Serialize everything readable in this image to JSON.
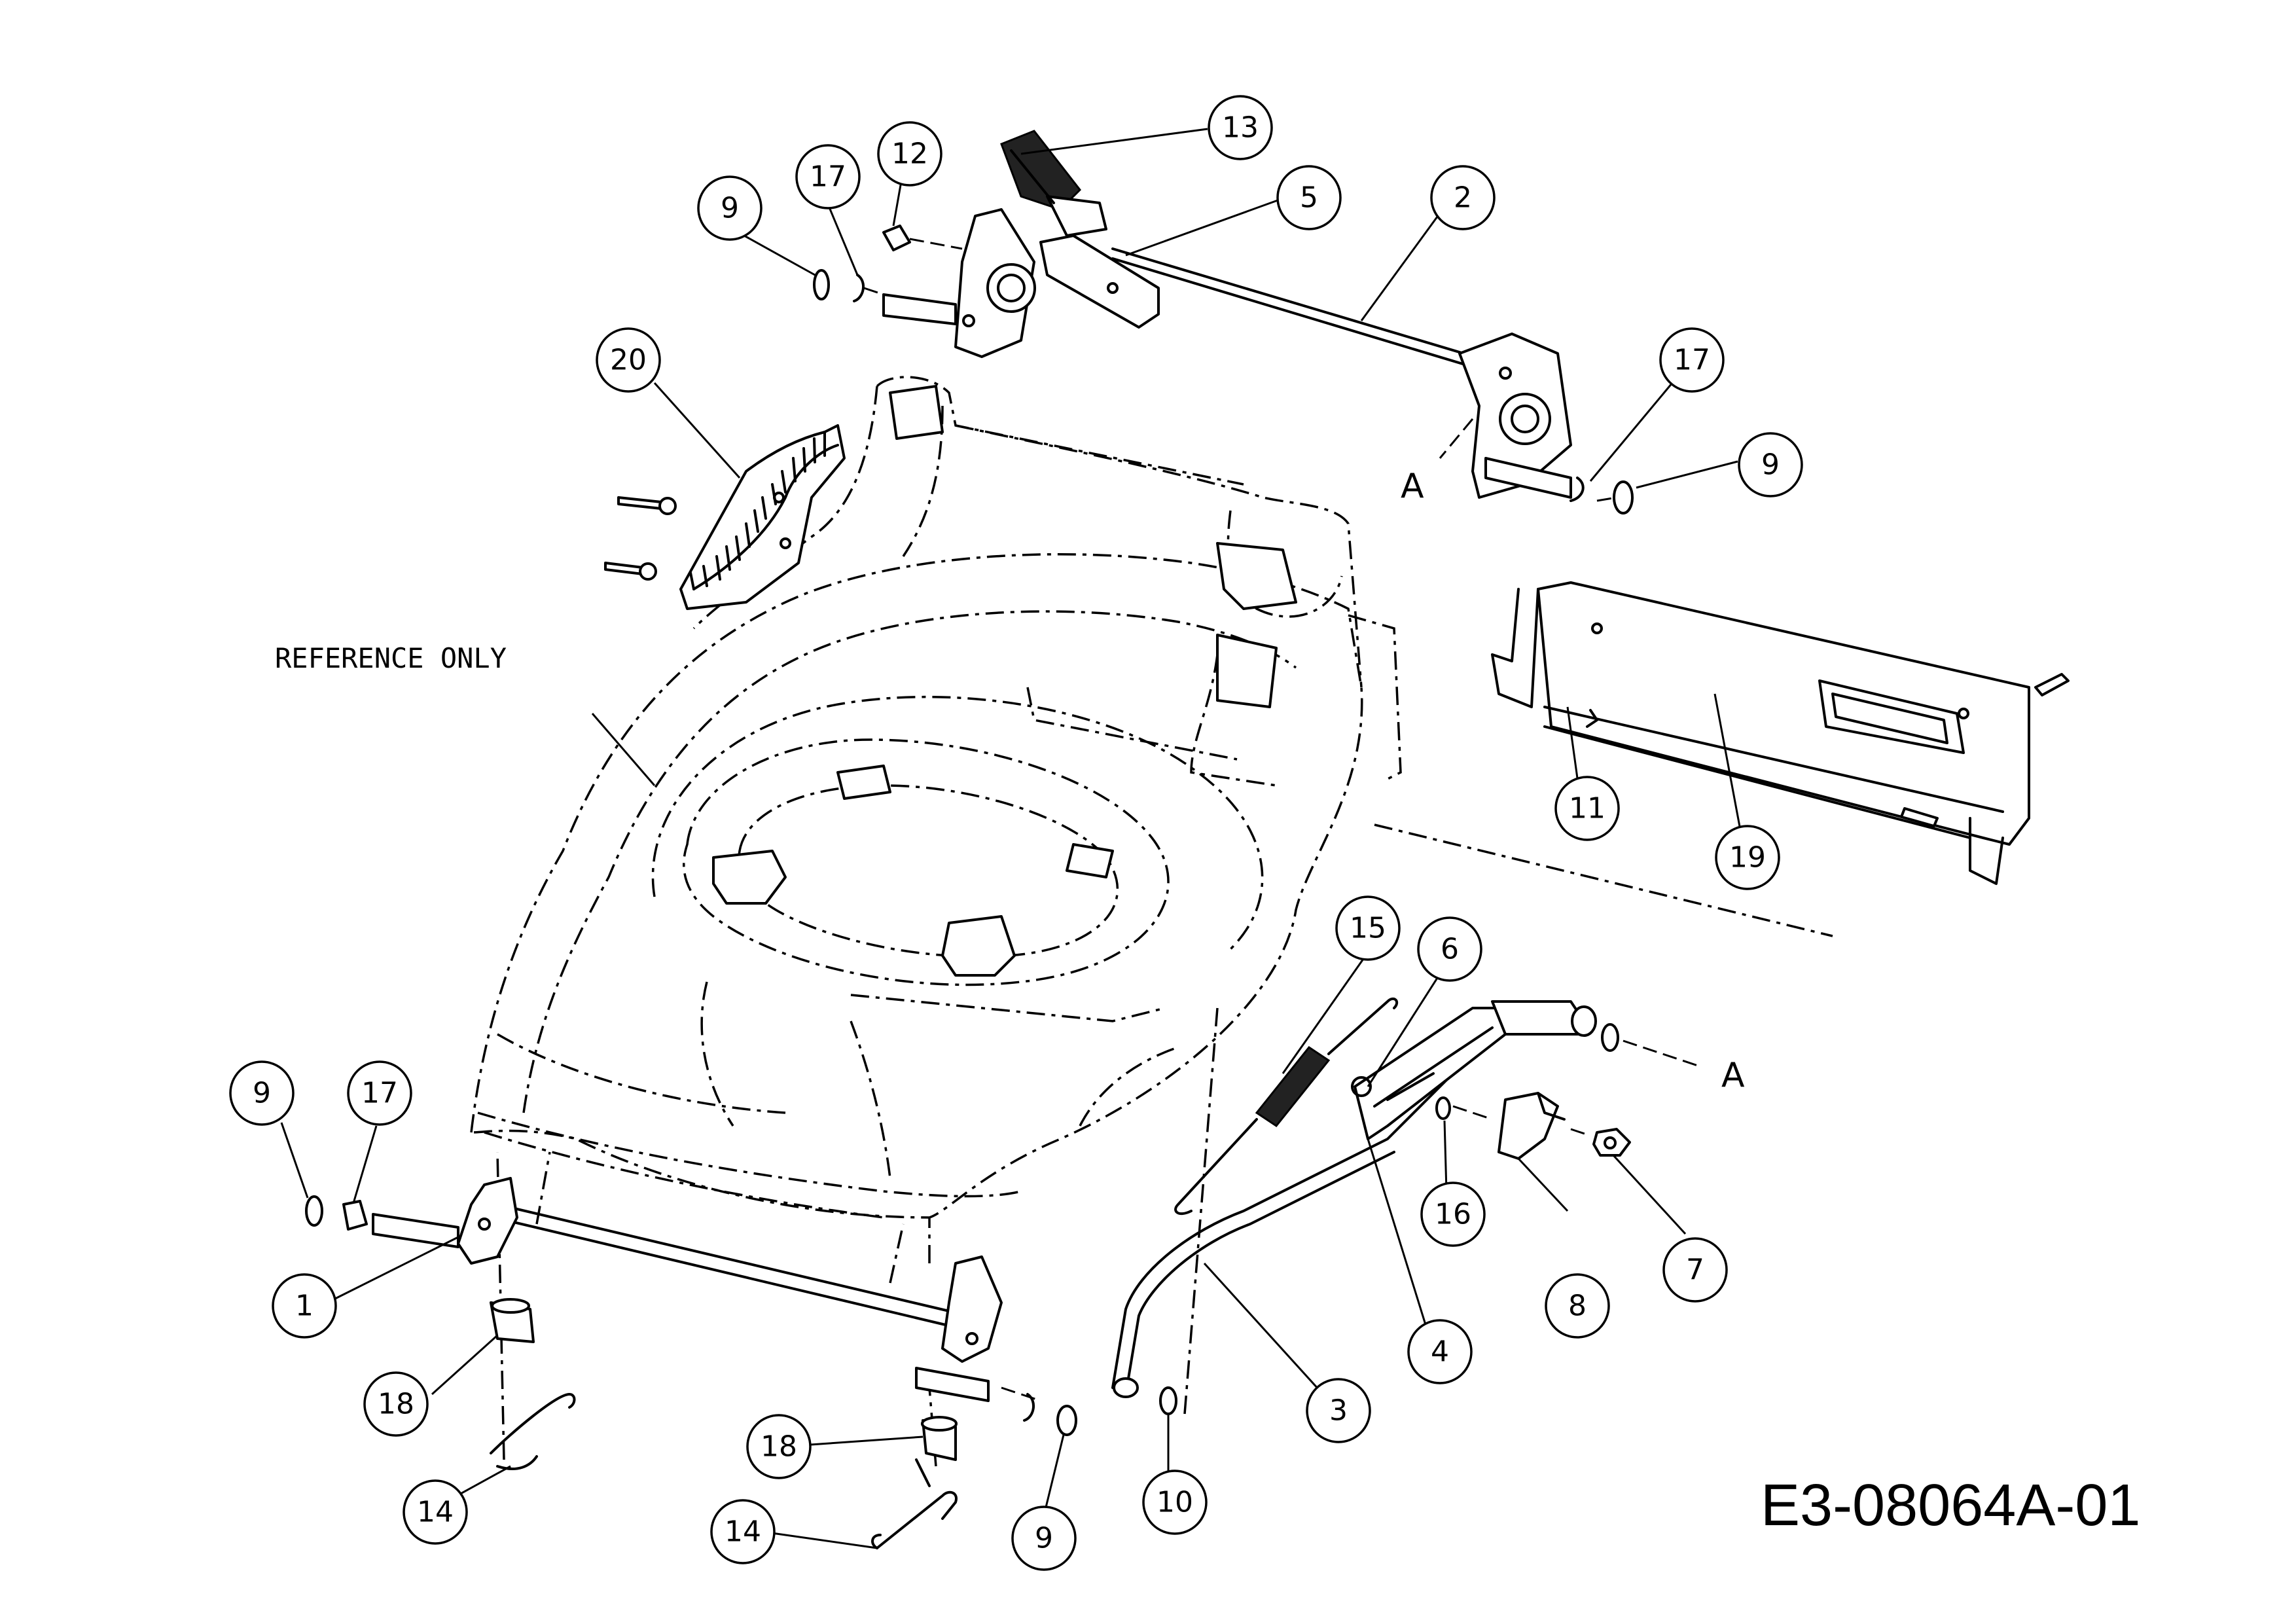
{
  "drawing": {
    "reference_note": "REFERENCE ONLY",
    "drawing_number": "E3-08064A-01",
    "connection_marker": "A"
  },
  "callouts": [
    {
      "id": "1",
      "label": "1"
    },
    {
      "id": "2",
      "label": "2"
    },
    {
      "id": "3",
      "label": "3"
    },
    {
      "id": "4",
      "label": "4"
    },
    {
      "id": "5",
      "label": "5"
    },
    {
      "id": "6",
      "label": "6"
    },
    {
      "id": "7",
      "label": "7"
    },
    {
      "id": "8",
      "label": "8"
    },
    {
      "id": "9a",
      "label": "9"
    },
    {
      "id": "9b",
      "label": "9"
    },
    {
      "id": "9c",
      "label": "9"
    },
    {
      "id": "9d",
      "label": "9"
    },
    {
      "id": "10",
      "label": "10"
    },
    {
      "id": "11",
      "label": "11"
    },
    {
      "id": "12",
      "label": "12"
    },
    {
      "id": "13",
      "label": "13"
    },
    {
      "id": "14a",
      "label": "14"
    },
    {
      "id": "14b",
      "label": "14"
    },
    {
      "id": "15",
      "label": "15"
    },
    {
      "id": "16",
      "label": "16"
    },
    {
      "id": "17a",
      "label": "17"
    },
    {
      "id": "17b",
      "label": "17"
    },
    {
      "id": "17c",
      "label": "17"
    },
    {
      "id": "18a",
      "label": "18"
    },
    {
      "id": "18b",
      "label": "18"
    },
    {
      "id": "19",
      "label": "19"
    },
    {
      "id": "20",
      "label": "20"
    }
  ]
}
